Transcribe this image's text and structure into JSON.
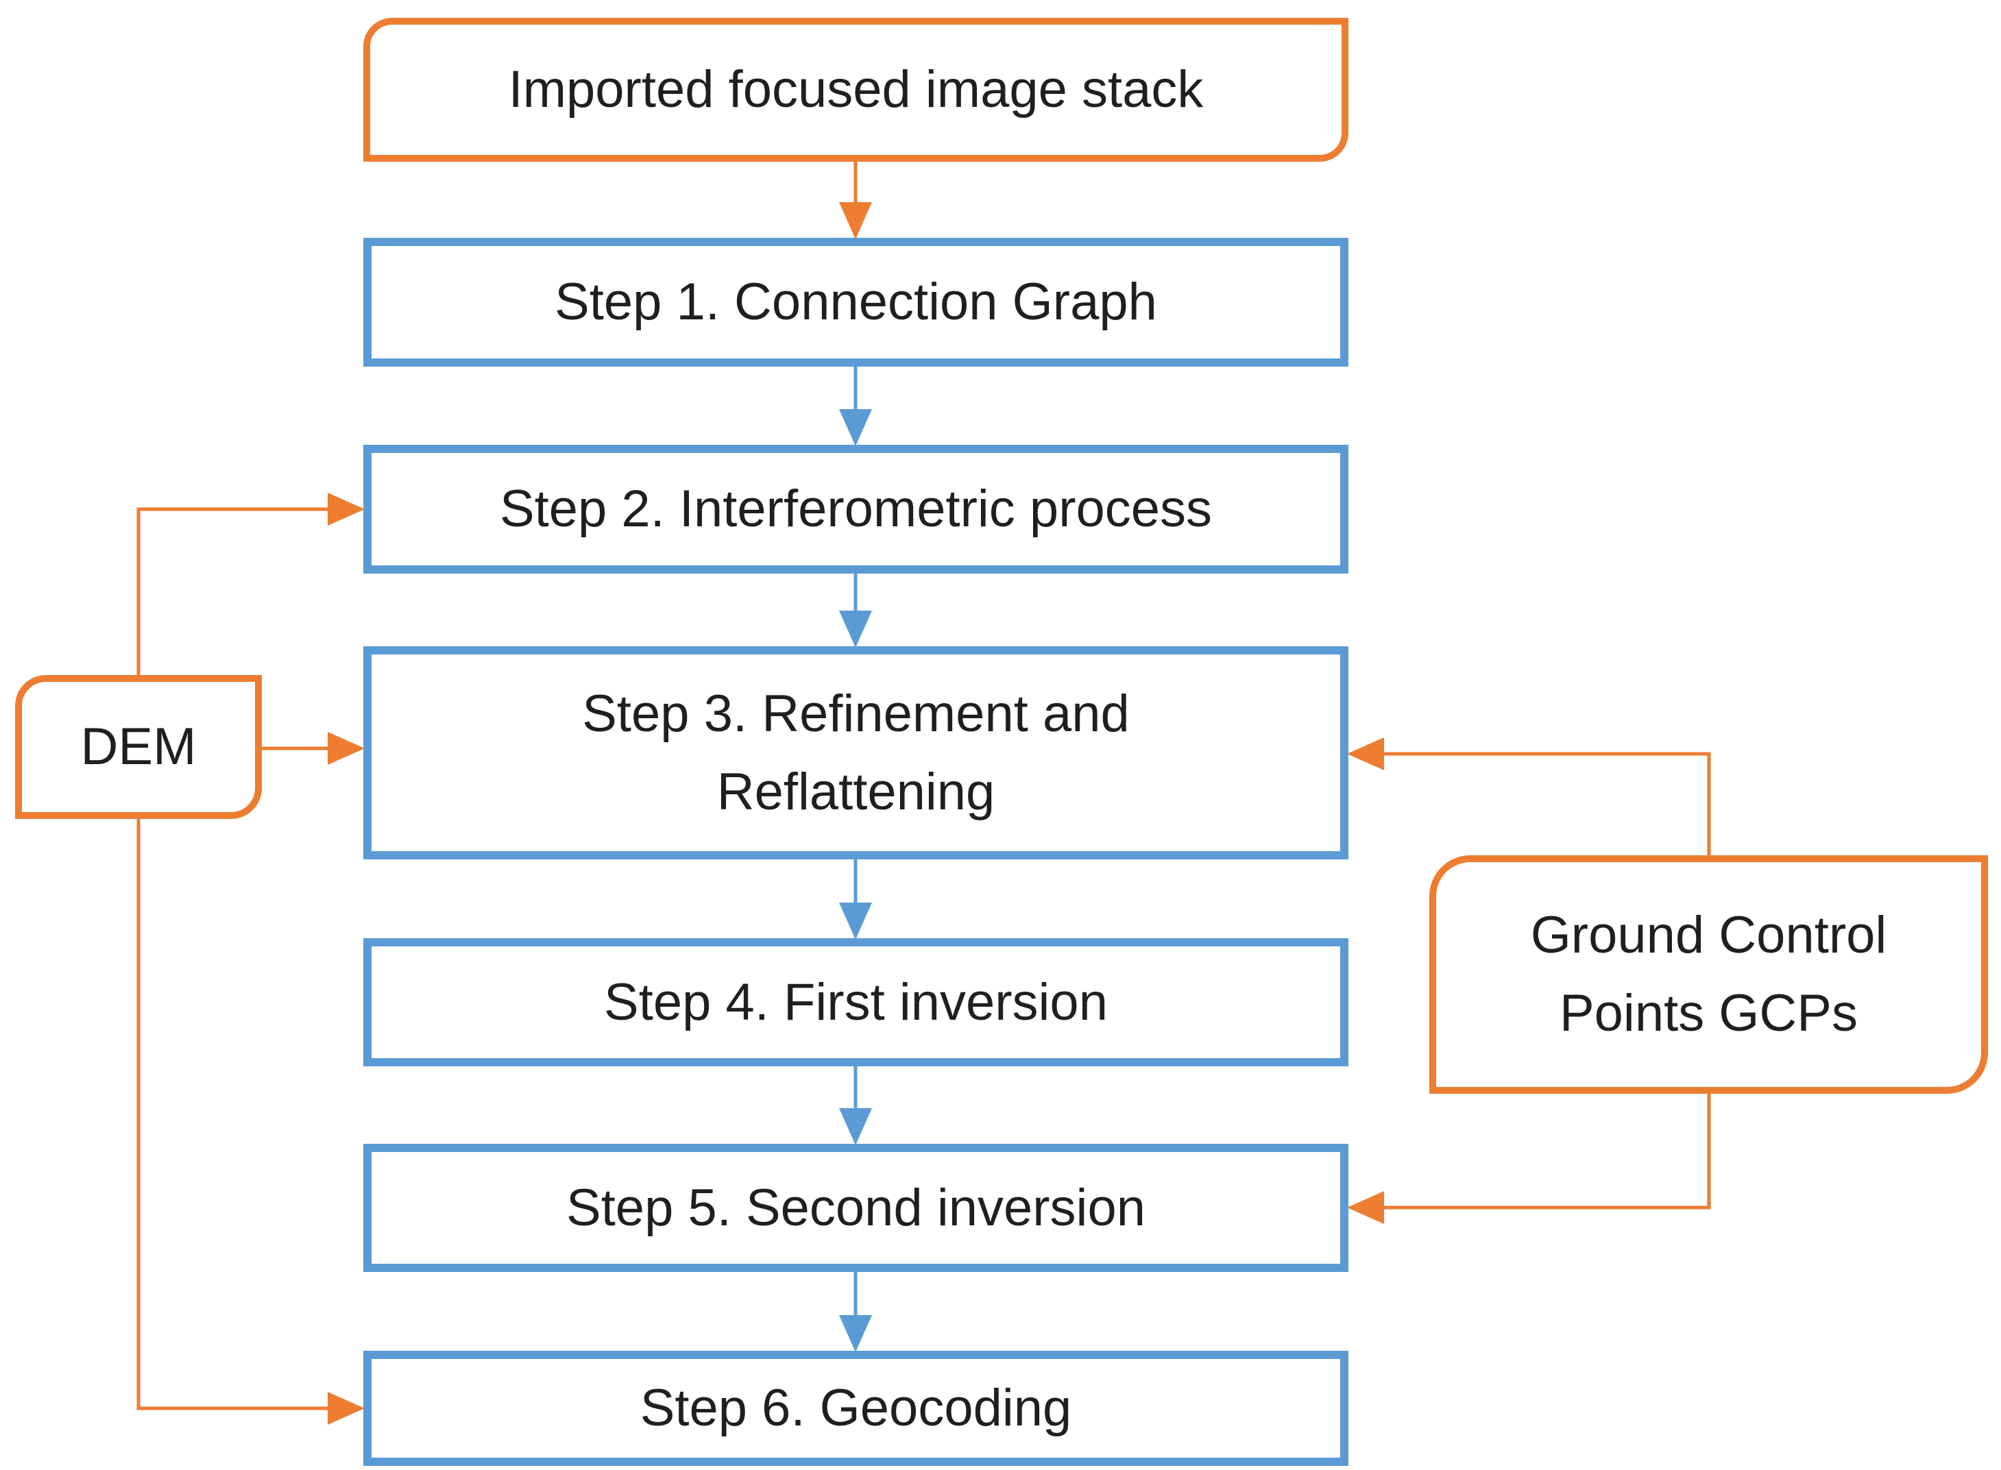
{
  "colors": {
    "orange": "#ED7D31",
    "blue": "#5B9BD5",
    "text": "#1F1F1F",
    "background": "#FFFFFF"
  },
  "diagram": {
    "nodes": {
      "imported": {
        "label": "Imported focused image stack",
        "shape": "rounded-diagonal-rectangle",
        "border": "orange"
      },
      "step1": {
        "label": "Step 1. Connection Graph",
        "shape": "rectangle",
        "border": "blue"
      },
      "step2": {
        "label": "Step 2. Interferometric process",
        "shape": "rectangle",
        "border": "blue"
      },
      "step3": {
        "label": "Step 3. Refinement and\nReflattening",
        "shape": "rectangle",
        "border": "blue"
      },
      "step4": {
        "label": "Step 4. First inversion",
        "shape": "rectangle",
        "border": "blue"
      },
      "step5": {
        "label": "Step 5. Second inversion",
        "shape": "rectangle",
        "border": "blue"
      },
      "step6": {
        "label": "Step 6. Geocoding",
        "shape": "rectangle",
        "border": "blue"
      },
      "dem": {
        "label": "DEM",
        "shape": "rounded-diagonal-rectangle",
        "border": "orange"
      },
      "gcp": {
        "label": "Ground Control\nPoints GCPs",
        "shape": "rounded-diagonal-rectangle",
        "border": "orange"
      }
    },
    "edges": [
      {
        "from": "imported",
        "to": "step1",
        "color": "orange"
      },
      {
        "from": "step1",
        "to": "step2",
        "color": "blue"
      },
      {
        "from": "step2",
        "to": "step3",
        "color": "blue"
      },
      {
        "from": "step3",
        "to": "step4",
        "color": "blue"
      },
      {
        "from": "step4",
        "to": "step5",
        "color": "blue"
      },
      {
        "from": "step5",
        "to": "step6",
        "color": "blue"
      },
      {
        "from": "dem",
        "to": "step2",
        "color": "orange"
      },
      {
        "from": "dem",
        "to": "step3",
        "color": "orange"
      },
      {
        "from": "dem",
        "to": "step6",
        "color": "orange"
      },
      {
        "from": "gcp",
        "to": "step3",
        "color": "orange"
      },
      {
        "from": "gcp",
        "to": "step5",
        "color": "orange"
      }
    ]
  }
}
